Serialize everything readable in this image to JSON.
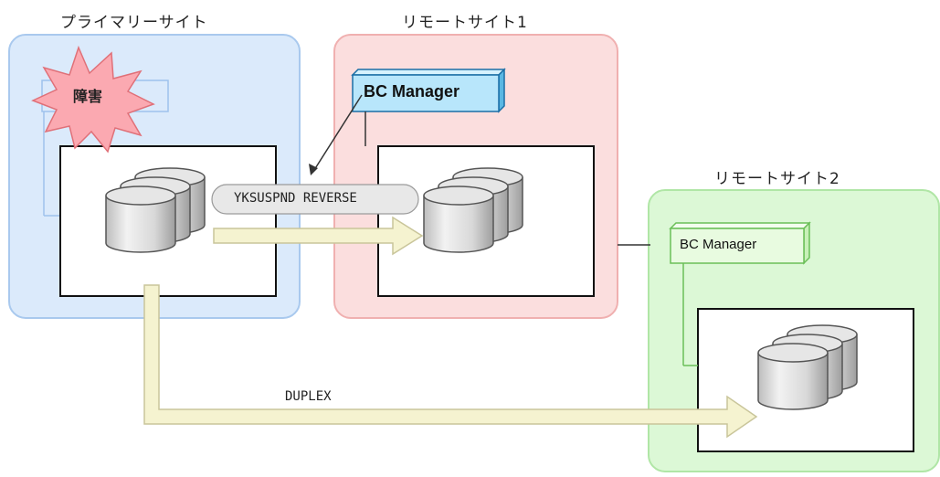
{
  "sites": {
    "primary": {
      "label": "プライマリーサイト"
    },
    "remote1": {
      "label": "リモートサイト1"
    },
    "remote2": {
      "label": "リモートサイト2"
    }
  },
  "failure_badge": {
    "label": "障害"
  },
  "bc_manager_remote1": {
    "label": "BC Manager"
  },
  "bc_manager_remote2": {
    "label": "BC Manager"
  },
  "command_label": "YKSUSPND REVERSE",
  "duplex_label": "DUPLEX",
  "colors": {
    "primary_fill": "#dbeafb",
    "primary_stroke": "#a9c9ee",
    "remote1_fill": "#fbdede",
    "remote1_stroke": "#f0b0b0",
    "remote2_fill": "#dcf8d6",
    "remote2_stroke": "#b0e6a6",
    "arrow_fill": "#f5f3d0",
    "arrow_stroke": "#c9c59a",
    "burst_fill": "#fba9b1",
    "burst_stroke": "#e07078",
    "bc_box_fill": "#b8e6fb",
    "bc_box2_fill": "#e8fbe0"
  }
}
